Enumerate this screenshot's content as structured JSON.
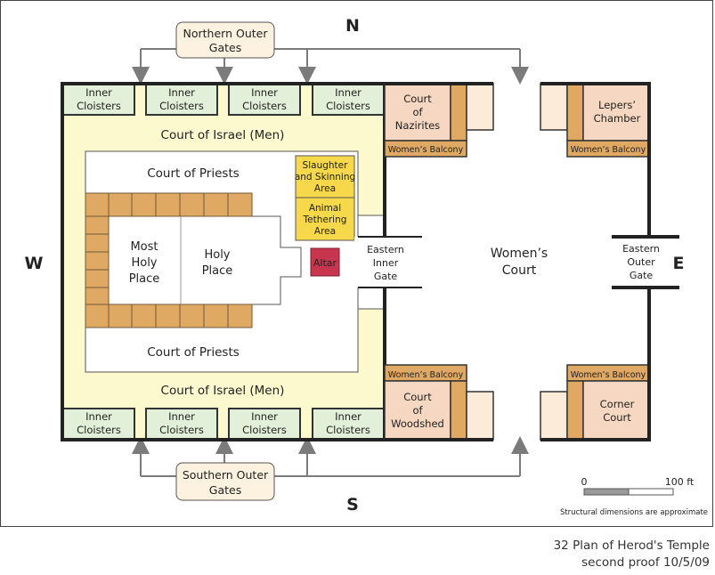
{
  "compass": {
    "north": "N",
    "south": "S",
    "west": "W",
    "east": "E"
  },
  "gates": {
    "northern_outer": [
      "Northern Outer",
      "Gates"
    ],
    "southern_outer": [
      "Southern Outer",
      "Gates"
    ],
    "eastern_inner": [
      "Eastern",
      "Inner",
      "Gate"
    ],
    "eastern_outer": [
      "Eastern",
      "Outer",
      "Gate"
    ]
  },
  "cloisters": [
    "Inner",
    "Cloisters"
  ],
  "courts": {
    "israel": "Court of Israel (Men)",
    "priests": "Court of Priests",
    "most_holy": [
      "Most",
      "Holy",
      "Place"
    ],
    "holy": [
      "Holy",
      "Place"
    ],
    "slaughter": [
      "Slaughter",
      "and Skinning",
      "Area"
    ],
    "tethering": [
      "Animal",
      "Tethering",
      "Area"
    ],
    "altar": "Altar",
    "women": [
      "Women’s",
      "Court"
    ],
    "nazirites": [
      "Court",
      "of",
      "Nazirites"
    ],
    "woodshed": [
      "Court",
      "of",
      "Woodshed"
    ],
    "lepers": [
      "Lepers’",
      "Chamber"
    ],
    "corner": [
      "Corner",
      "Court"
    ],
    "balcony": "Women’s Balcony"
  },
  "scale": {
    "zero": "0",
    "max": "100 ft",
    "note": "Structural dimensions are approximate"
  },
  "caption": {
    "line1": "32 Plan of Herod's Temple",
    "line2": "second proof 10/5/09"
  },
  "colors": {
    "israel_court": "#fdf9cf",
    "cloister": "#e3f0d9",
    "wood": "#dfa863",
    "peach": "#f6d7c1",
    "light_peach": "#fcebd9",
    "yellow_area": "#f6d84a",
    "altar": "#c8354f",
    "gray_lines": "#7b7b7b"
  }
}
